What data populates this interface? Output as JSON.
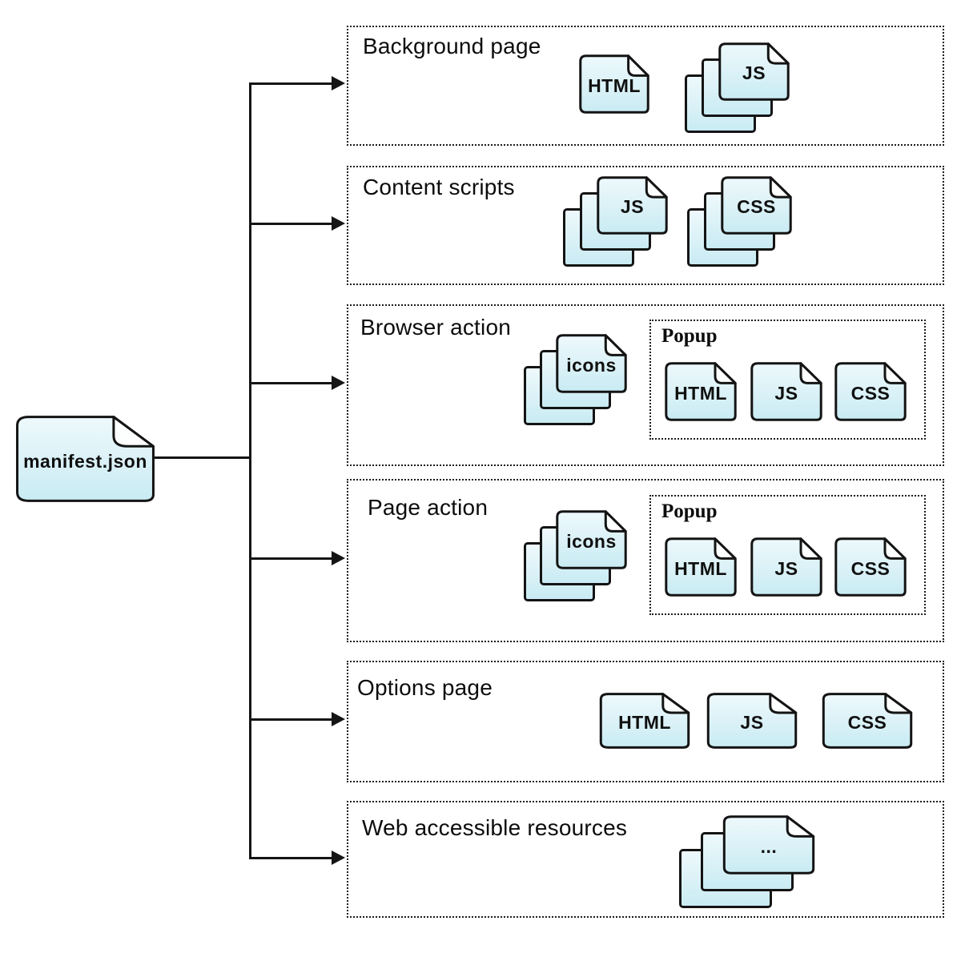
{
  "diagram": {
    "root": {
      "label": "manifest.json"
    },
    "sections": [
      {
        "title": "Background page",
        "files": [
          {
            "kind": "single",
            "label": "HTML"
          },
          {
            "kind": "stack",
            "label": "JS"
          }
        ]
      },
      {
        "title": "Content scripts",
        "files": [
          {
            "kind": "stack",
            "label": "JS"
          },
          {
            "kind": "stack",
            "label": "CSS"
          }
        ]
      },
      {
        "title": "Browser action",
        "files": [
          {
            "kind": "stack",
            "label": "icons"
          }
        ],
        "popup": {
          "title": "Popup",
          "files": [
            {
              "kind": "single",
              "label": "HTML"
            },
            {
              "kind": "single",
              "label": "JS"
            },
            {
              "kind": "single",
              "label": "CSS"
            }
          ]
        }
      },
      {
        "title": "Page action",
        "files": [
          {
            "kind": "stack",
            "label": "icons"
          }
        ],
        "popup": {
          "title": "Popup",
          "files": [
            {
              "kind": "single",
              "label": "HTML"
            },
            {
              "kind": "single",
              "label": "JS"
            },
            {
              "kind": "single",
              "label": "CSS"
            }
          ]
        }
      },
      {
        "title": "Options page",
        "files": [
          {
            "kind": "single",
            "label": "HTML"
          },
          {
            "kind": "single",
            "label": "JS"
          },
          {
            "kind": "single",
            "label": "CSS"
          }
        ]
      },
      {
        "title": "Web accessible resources",
        "files": [
          {
            "kind": "stack",
            "label": "..."
          }
        ]
      }
    ],
    "colors": {
      "doc_fill_top": "#eef9fc",
      "doc_fill_bottom": "#c9ebf3",
      "line": "#151515",
      "border": "#1b1b1b"
    }
  }
}
